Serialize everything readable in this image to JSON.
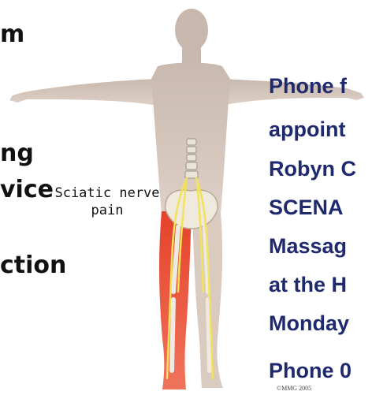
{
  "left_text": [
    "m",
    "ng",
    "vice",
    "ction"
  ],
  "right_text": [
    "Phone f",
    "appoint",
    "Robyn C",
    "SCENA",
    "Massag",
    "at the H",
    "Monday",
    "Phone 0"
  ],
  "figure": {
    "label_line1": "Sciatic nerve",
    "label_line2": "pain",
    "copyright": "©MMG 2005"
  },
  "colors": {
    "skin": "#d2c3b8",
    "pain": "#e8492e",
    "nerve": "#f2e35a",
    "bone": "#eeeae1",
    "right_text": "#1f2a6e"
  }
}
